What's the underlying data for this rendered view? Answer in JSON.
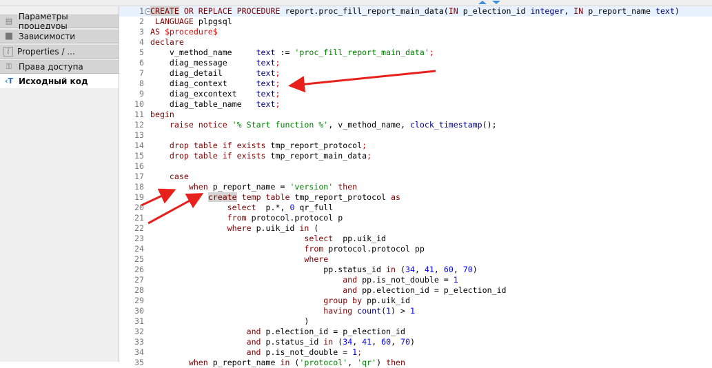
{
  "sidebar": {
    "items": [
      {
        "label": "Параметры процедуры",
        "icon": "parameters-icon"
      },
      {
        "label": "Зависимости",
        "icon": "folder-icon"
      },
      {
        "label": "Properties / ...",
        "icon": "info-icon"
      },
      {
        "label": "Права доступа",
        "icon": "key-icon"
      },
      {
        "label": "Исходный код",
        "icon": "source-code-icon",
        "selected": true
      }
    ]
  },
  "colors": {
    "keyword": "#7f0000",
    "type": "#000080",
    "string": "#008000",
    "number": "#0000ff",
    "accent": "#e00000",
    "current_line": "#e8f2fe"
  },
  "editor": {
    "lines": [
      [
        [
          "hl",
          "CREATE"
        ],
        [
          "kw",
          " OR REPLACE PROCEDURE "
        ],
        [
          "pl",
          "report.proc_fill_report_main_data("
        ],
        [
          "kw",
          "IN"
        ],
        [
          "pl",
          " p_election_id "
        ],
        [
          "ty",
          "integer"
        ],
        [
          "pl",
          ", "
        ],
        [
          "kw",
          "IN"
        ],
        [
          "pl",
          " p_report_name "
        ],
        [
          "ty",
          "text"
        ],
        [
          "pl",
          ")"
        ]
      ],
      [
        [
          "kw",
          " LANGUAGE "
        ],
        [
          "pl",
          "plpgsql"
        ]
      ],
      [
        [
          "kw",
          "AS "
        ],
        [
          "rd",
          "$procedure$"
        ]
      ],
      [
        [
          "kw",
          "declare"
        ]
      ],
      [
        [
          "pl",
          "    v_method_name     "
        ],
        [
          "ty",
          "text"
        ],
        [
          "pl",
          " := "
        ],
        [
          "st",
          "'proc_fill_report_main_data'"
        ],
        [
          "rd",
          ";"
        ]
      ],
      [
        [
          "pl",
          "    diag_message      "
        ],
        [
          "ty",
          "text"
        ],
        [
          "rd",
          ";"
        ]
      ],
      [
        [
          "pl",
          "    diag_detail       "
        ],
        [
          "ty",
          "text"
        ],
        [
          "rd",
          ";"
        ]
      ],
      [
        [
          "pl",
          "    diag_context      "
        ],
        [
          "ty",
          "text"
        ],
        [
          "rd",
          ";"
        ]
      ],
      [
        [
          "pl",
          "    diag_excontext    "
        ],
        [
          "ty",
          "text"
        ],
        [
          "rd",
          ";"
        ]
      ],
      [
        [
          "pl",
          "    diag_table_name   "
        ],
        [
          "ty",
          "text"
        ],
        [
          "rd",
          ";"
        ]
      ],
      [
        [
          "kw",
          "begin"
        ]
      ],
      [
        [
          "kw",
          "    raise notice "
        ],
        [
          "st",
          "'% Start function %'"
        ],
        [
          "pl",
          ", v_method_name, "
        ],
        [
          "ty",
          "clock_timestamp"
        ],
        [
          "pl",
          "();"
        ]
      ],
      [
        [
          "pl",
          ""
        ]
      ],
      [
        [
          "kw",
          "    drop table if exists "
        ],
        [
          "pl",
          "tmp_report_protocol"
        ],
        [
          "rd",
          ";"
        ]
      ],
      [
        [
          "kw",
          "    drop table if exists "
        ],
        [
          "pl",
          "tmp_report_main_data"
        ],
        [
          "rd",
          ";"
        ]
      ],
      [
        [
          "pl",
          ""
        ]
      ],
      [
        [
          "kw",
          "    case"
        ]
      ],
      [
        [
          "kw",
          "        when "
        ],
        [
          "pl",
          "p_report_name = "
        ],
        [
          "st",
          "'version'"
        ],
        [
          "kw",
          " then"
        ]
      ],
      [
        [
          "pl",
          "            "
        ],
        [
          "hl",
          "create"
        ],
        [
          "kw",
          " temp table "
        ],
        [
          "pl",
          "tmp_report_protocol "
        ],
        [
          "kw",
          "as"
        ]
      ],
      [
        [
          "kw",
          "                select  "
        ],
        [
          "pl",
          "p.*, "
        ],
        [
          "nm",
          "0"
        ],
        [
          "pl",
          " qr_full"
        ]
      ],
      [
        [
          "kw",
          "                from "
        ],
        [
          "pl",
          "protocol.protocol p"
        ]
      ],
      [
        [
          "kw",
          "                where "
        ],
        [
          "pl",
          "p.uik_id "
        ],
        [
          "kw",
          "in"
        ],
        [
          "pl",
          " ("
        ]
      ],
      [
        [
          "kw",
          "                                select  "
        ],
        [
          "pl",
          "pp.uik_id"
        ]
      ],
      [
        [
          "kw",
          "                                from "
        ],
        [
          "pl",
          "protocol.protocol pp"
        ]
      ],
      [
        [
          "kw",
          "                                where"
        ]
      ],
      [
        [
          "pl",
          "                                    pp.status_id "
        ],
        [
          "kw",
          "in"
        ],
        [
          "pl",
          " ("
        ],
        [
          "nm",
          "34"
        ],
        [
          "pl",
          ", "
        ],
        [
          "nm",
          "41"
        ],
        [
          "pl",
          ", "
        ],
        [
          "nm",
          "60"
        ],
        [
          "pl",
          ", "
        ],
        [
          "nm",
          "70"
        ],
        [
          "pl",
          ")"
        ]
      ],
      [
        [
          "kw",
          "                                        and "
        ],
        [
          "pl",
          "pp.is_not_double = "
        ],
        [
          "nm",
          "1"
        ]
      ],
      [
        [
          "kw",
          "                                        and "
        ],
        [
          "pl",
          "pp.election_id = p_election_id"
        ]
      ],
      [
        [
          "kw",
          "                                    group by "
        ],
        [
          "pl",
          "pp.uik_id"
        ]
      ],
      [
        [
          "kw",
          "                                    having "
        ],
        [
          "ty",
          "count"
        ],
        [
          "pl",
          "("
        ],
        [
          "nm",
          "1"
        ],
        [
          "pl",
          ") > "
        ],
        [
          "nm",
          "1"
        ]
      ],
      [
        [
          "pl",
          "                                )"
        ]
      ],
      [
        [
          "kw",
          "                    and "
        ],
        [
          "pl",
          "p.election_id = p_election_id"
        ]
      ],
      [
        [
          "kw",
          "                    and "
        ],
        [
          "pl",
          "p.status_id "
        ],
        [
          "kw",
          "in"
        ],
        [
          "pl",
          " ("
        ],
        [
          "nm",
          "34"
        ],
        [
          "pl",
          ", "
        ],
        [
          "nm",
          "41"
        ],
        [
          "pl",
          ", "
        ],
        [
          "nm",
          "60"
        ],
        [
          "pl",
          ", "
        ],
        [
          "nm",
          "70"
        ],
        [
          "pl",
          ")"
        ]
      ],
      [
        [
          "kw",
          "                    and "
        ],
        [
          "pl",
          "p.is_not_double = "
        ],
        [
          "nm",
          "1"
        ],
        [
          "rd",
          ";"
        ]
      ],
      [
        [
          "kw",
          "        when "
        ],
        [
          "pl",
          "p_report_name "
        ],
        [
          "kw",
          "in"
        ],
        [
          "pl",
          " ("
        ],
        [
          "st",
          "'protocol'"
        ],
        [
          "pl",
          ", "
        ],
        [
          "st",
          "'qr'"
        ],
        [
          "pl",
          ") "
        ],
        [
          "kw",
          "then"
        ]
      ]
    ]
  }
}
